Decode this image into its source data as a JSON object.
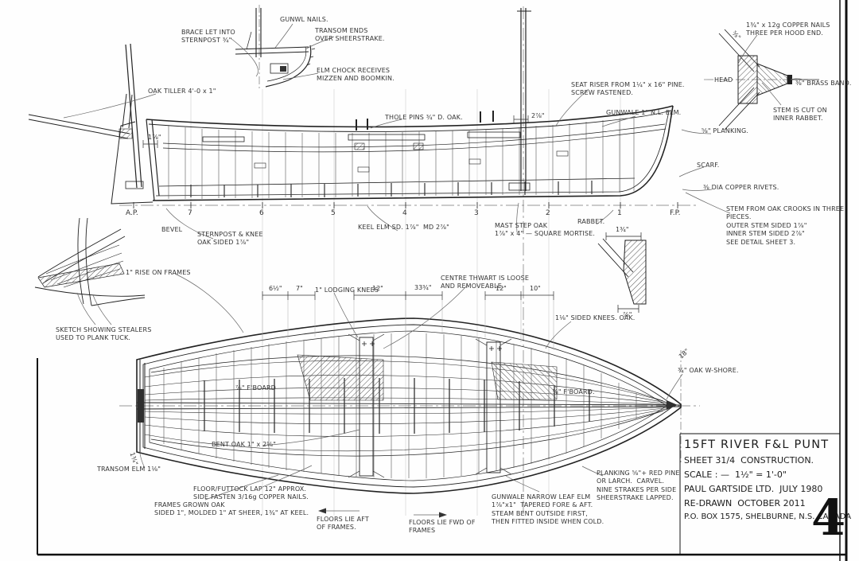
{
  "sheet": {
    "paper_color": "#fefefe",
    "ink_color": "#222222"
  },
  "title_block": {
    "title": "15FT RIVER F&L PUNT",
    "sheet_line": "SHEET 31/4  CONSTRUCTION.",
    "scale_line": "SCALE : —  1½\" = 1'-0\"",
    "maker_line": "PAUL GARTSIDE LTD.  JULY 1980",
    "redrawn_line": "RE-DRAWN  OCTOBER 2011",
    "address_line": "P.O. BOX 1575, SHELBURNE, N.S. CANADA",
    "page_number": "4"
  },
  "stations": [
    "A.P.",
    "7",
    "6",
    "5",
    "4",
    "3",
    "2",
    "1",
    "F.P."
  ],
  "dimensions": {
    "d_6half": "6½\"",
    "d_7": "7\"",
    "d_12a": "12\"",
    "d_33": "33¾\"",
    "d_12b": "12\"",
    "d_10": "10\"",
    "d_178": "1⅞\"",
    "d_278": "2⅞\"",
    "d_134": "1¾\"",
    "d_78": "⅞\"",
    "d_18": "18\"",
    "d_134b": "1¾\"",
    "d_58": "⅝\""
  },
  "annotations": {
    "gunwale_nails": "GUNWL NAILS.",
    "brace_sternpost": "BRACE LET INTO\nSTERNPOST ¾\"",
    "transom_ends": "TRANSOM ENDS\nOVER SHEERSTRAKE.",
    "elm_chock": "ELM CHOCK RECEIVES\nMIZZEN AND BOOMKIN.",
    "oak_tiller": "OAK TILLER 4'-0 x 1\"",
    "copper_nails_detail": "1¾\" x 12g COPPER NAILS\nTHREE PER HOOD END.",
    "head_label": "HEAD",
    "brass_band": "⅜\" BRASS BAND.",
    "stem_rabbet_note": "STEM IS CUT ON\nINNER RABBET.",
    "planking_thickness": "⅝\" PLANKING.",
    "scarf_label": "SCARF.",
    "copper_rivets": "⅜ DIA COPPER RIVETS.",
    "stem_crooks": "STEM FROM OAK CROOKS IN THREE\nPIECES.\nOUTER STEM SIDED 1⅞\"\nINNER STEM SIDED 2⅞\"\nSEE DETAIL SHEET 3.",
    "seat_riser": "SEAT RISER FROM 1¼\" x 16\" PINE.\nSCREW FASTENED.",
    "gunwale_profile": "GUNWALE 1\" N.L. ELM.",
    "thole_pins": "THOLE PINS ¾\" D. OAK.",
    "bevel_label": "BEVEL",
    "sternpost_knee": "STERNPOST & KNEE\nOAK SIDED 1⅞\"",
    "rise_on_frames": "1\" RISE ON FRAMES",
    "keel_note": "KEEL ELM SD. 1⅞\"  MD 2⅞\"",
    "mast_step": "MAST STEP OAK\n1⅞\" x 4\" — SQUARE MORTISE.",
    "rabbet_label": "RABBET.",
    "stealers_note": "SKETCH SHOWING STEALERS\nUSED TO PLANK TUCK.",
    "centre_thwart": "CENTRE THWART IS LOOSE\nAND REMOVEABLE.",
    "lodging_knees": "1\" LODGING KNEES",
    "sided_knees": "1⅛\" SIDED KNEES. OAK.",
    "oak_shore": "¾\" OAK W-SHORE.",
    "floorboard_a": "⅞\" F'BOARD",
    "floorboard_b": "⅞\" F'BOARD.",
    "bent_oak": "BENT OAK 1\" x 2⅛\"",
    "transom_elm": "TRANSOM ELM 1⅛\"",
    "floor_futtock": "FLOOR/FUTTOCK LAP 12\" APPROX.\nSIDE FASTEN 3/16g COPPER NAILS.",
    "frames_grown": "FRAMES GROWN OAK\nSIDED 1\", MOLDED 1\" AT SHEER, 1¾\" AT KEEL.",
    "floors_aft": "FLOORS LIE AFT\nOF FRAMES.",
    "floors_fwd": "FLOORS LIE FWD OF\nFRAMES",
    "gunwale_plan": "GUNWALE NARROW LEAF ELM\n1⅞\"x1\"  TAPERED FORE & AFT.\nSTEAM BENT OUTSIDE FIRST,\nTHEN FITTED INSIDE WHEN COLD.",
    "planking_note": "PLANKING ⅝\"+ RED PINE\nOR LARCH.  CARVEL.\nNINE STRAKES PER SIDE\nSHEERSTRAKE LAPPED."
  }
}
